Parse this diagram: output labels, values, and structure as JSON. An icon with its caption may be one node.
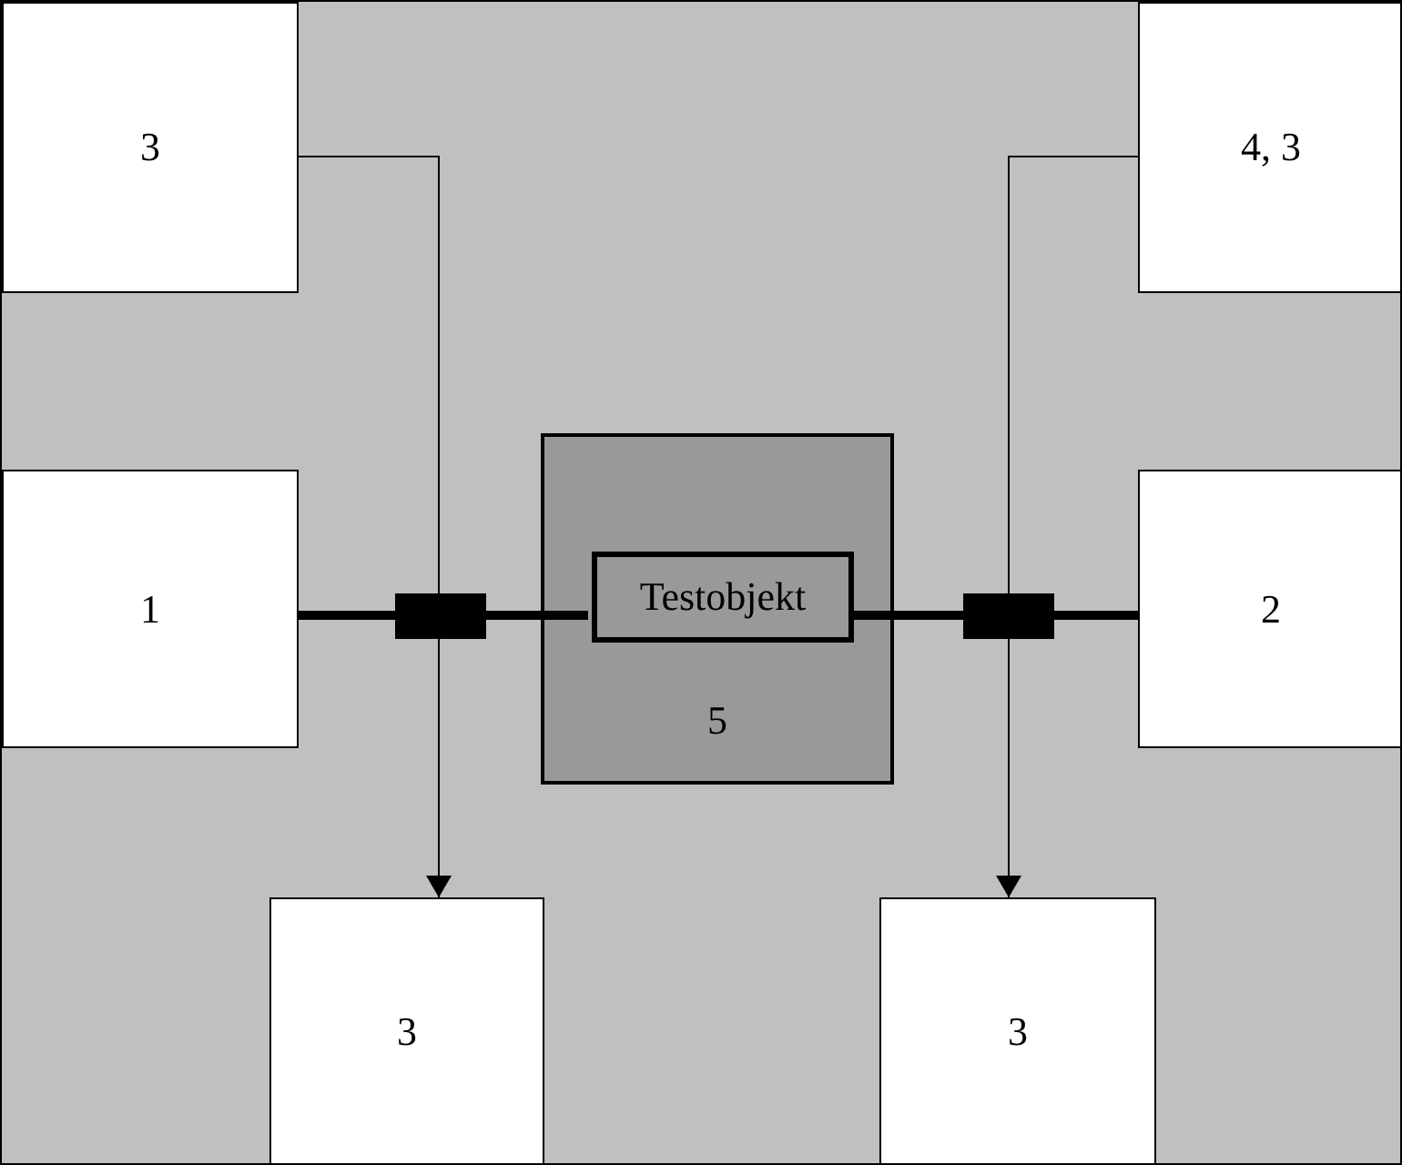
{
  "diagram": {
    "nodes": [
      {
        "text": [
          "3"
        ]
      },
      {
        "text": [
          "4, 3"
        ]
      },
      {
        "text": [
          "1"
        ]
      },
      {
        "text": [
          "5"
        ]
      },
      {
        "text": [
          "Testobjekt"
        ],
        "in": 3
      },
      {
        "text": [
          "2"
        ]
      },
      {
        "text": [
          "3"
        ]
      },
      {
        "text": [
          "3"
        ]
      }
    ],
    "edges": [
      {
        "from": 2,
        "to": 4,
        "arrow": "none",
        "style": "thick"
      },
      {
        "from": 4,
        "to": 5,
        "arrow": "none",
        "style": "thick"
      },
      {
        "from": 0,
        "to": 6,
        "arrow": "to"
      },
      {
        "from": 1,
        "to": 7,
        "arrow": "to"
      }
    ]
  }
}
